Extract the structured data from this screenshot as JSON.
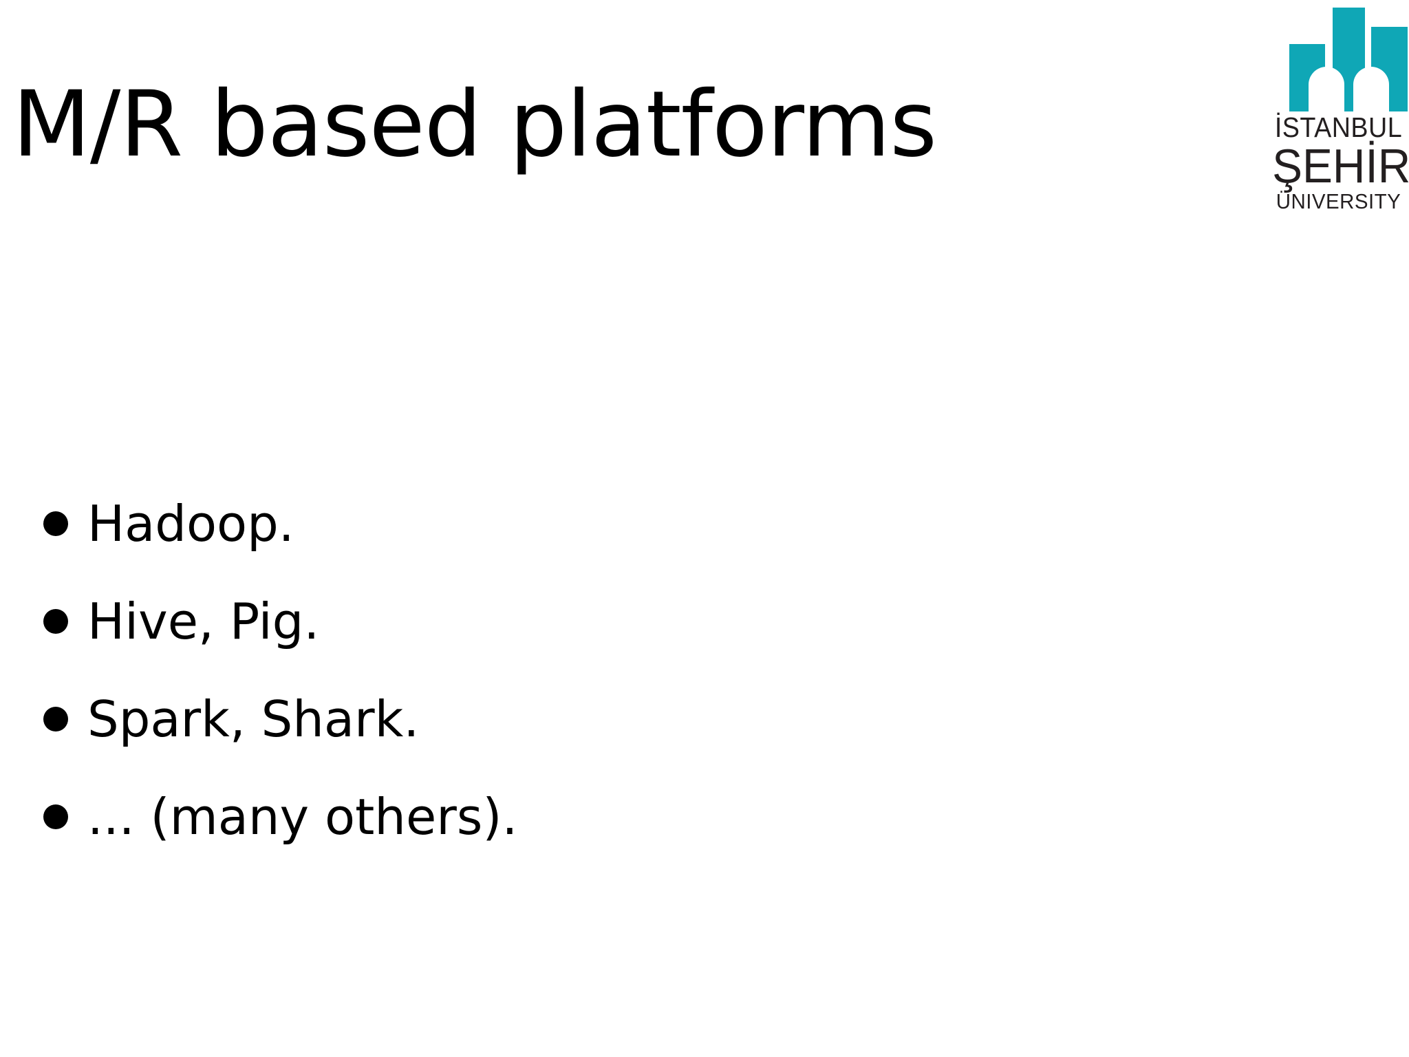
{
  "slide": {
    "title": "M/R based platforms",
    "background_color": "#ffffff",
    "text_color": "#000000"
  },
  "bullets": [
    {
      "text": "Hadoop."
    },
    {
      "text": "Hive, Pig."
    },
    {
      "text": "Spark, Shark."
    },
    {
      "text": "... (many others)."
    }
  ],
  "logo": {
    "mark_color": "#0fa7b6",
    "text_color": "#231f20",
    "line1": "İSTANBUL",
    "line2": "ŞEHİR",
    "line3": "ÜNIVERSITY"
  }
}
